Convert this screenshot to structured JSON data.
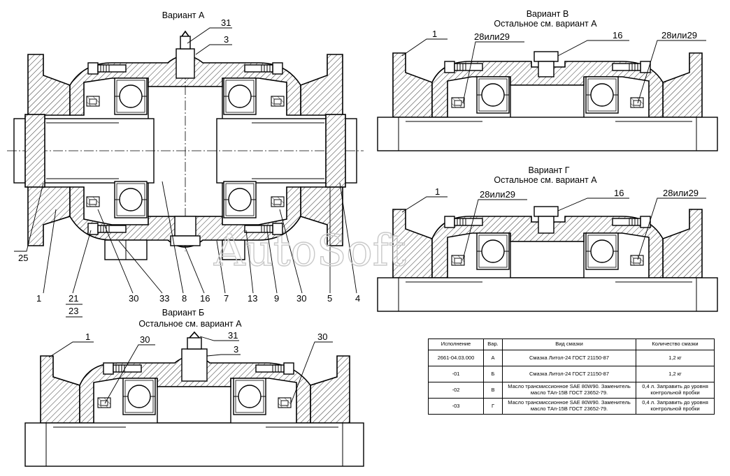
{
  "variants": {
    "a": {
      "title": "Вариант А",
      "subtitle": ""
    },
    "b": {
      "title": "Вариант Б",
      "subtitle": "Остальное см. вариант А"
    },
    "v": {
      "title": "Вариант В",
      "subtitle": "Остальное см. вариант А"
    },
    "g": {
      "title": "Вариант Г",
      "subtitle": "Остальное см. вариант А"
    }
  },
  "callouts": {
    "a_top": [
      "31",
      "3"
    ],
    "a_bottom": [
      "1",
      "21",
      "23",
      "30",
      "33",
      "8",
      "16",
      "7",
      "13",
      "9",
      "30",
      "5",
      "4"
    ],
    "a_left": [
      "25"
    ],
    "b": [
      "1",
      "30",
      "31",
      "3",
      "30"
    ],
    "v": [
      "1",
      "28или29",
      "16",
      "28или29"
    ],
    "g": [
      "1",
      "28или29",
      "16",
      "28или29"
    ]
  },
  "watermark": "AutoSoft",
  "table": {
    "headers": [
      "Исполнение",
      "Вар.",
      "Вид смазки",
      "Количество смазки"
    ],
    "rows": [
      [
        "2661-04.03.000",
        "А",
        "Смазка Литол-24 ГОСТ 21150-87",
        "1,2 кг"
      ],
      [
        "-01",
        "Б",
        "Смазка Литол-24 ГОСТ 21150-87",
        "1,2 кг"
      ],
      [
        "-02",
        "В",
        "Масло трансмиссионное SAE 80W90. Заменитель масло ТАп-15В ГОСТ 23652-79.",
        "0,4 л. Заправить до уровня контрольной пробки"
      ],
      [
        "-03",
        "Г",
        "Масло трансмиссионное SAE 80W90. Заменитель масло ТАп-15В ГОСТ 23652-79.",
        "0,4 л. Заправить до уровня контрольной пробки"
      ]
    ]
  }
}
